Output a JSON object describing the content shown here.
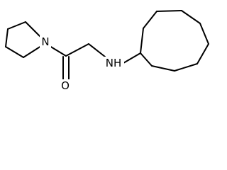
{
  "molecule": {
    "atoms": {
      "pyrrolidine_n": "N",
      "carbonyl_o": "O",
      "amine_nh": "NH"
    }
  }
}
